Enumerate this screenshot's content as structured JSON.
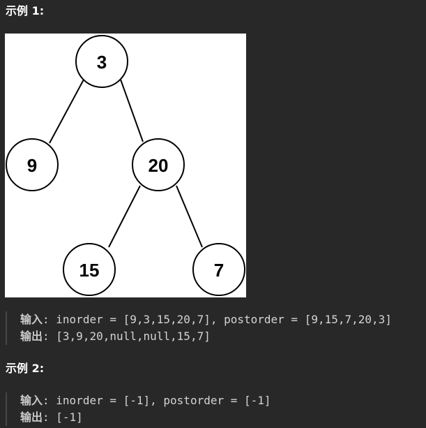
{
  "example1": {
    "heading": "示例 1:",
    "tree": {
      "nodes": [
        {
          "id": "n3",
          "label": "3"
        },
        {
          "id": "n9",
          "label": "9"
        },
        {
          "id": "n20",
          "label": "20"
        },
        {
          "id": "n15",
          "label": "15"
        },
        {
          "id": "n7",
          "label": "7"
        }
      ]
    },
    "input_label": "输入",
    "input_value": ": inorder = [9,3,15,20,7], postorder = [9,15,7,20,3]",
    "output_label": "输出",
    "output_value": ": [3,9,20,null,null,15,7]"
  },
  "example2": {
    "heading": "示例 2:",
    "input_label": "输入",
    "input_value": ": inorder = [-1], postorder = [-1]",
    "output_label": "输出",
    "output_value": ": [-1]"
  }
}
